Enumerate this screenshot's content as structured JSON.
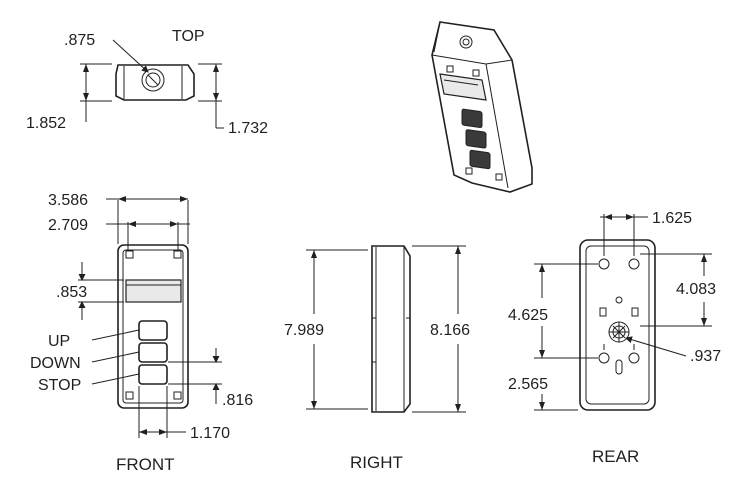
{
  "views": {
    "top": "TOP",
    "front": "FRONT",
    "right": "RIGHT",
    "rear": "REAR"
  },
  "buttons": {
    "up": "UP",
    "down": "DOWN",
    "stop": "STOP"
  },
  "dimensions": {
    "top_hole": ".875",
    "top_height_left": "1.852",
    "top_height_right": "1.732",
    "front_width_outer": "3.586",
    "front_width_inner": "2.709",
    "front_window": ".853",
    "front_button_gap": ".816",
    "front_button_width": "1.170",
    "right_height_inner": "7.989",
    "right_height_outer": "8.166",
    "rear_width": "1.625",
    "rear_upper": "4.083",
    "rear_mid": "4.625",
    "rear_hole": ".937",
    "rear_lower": "2.565"
  }
}
